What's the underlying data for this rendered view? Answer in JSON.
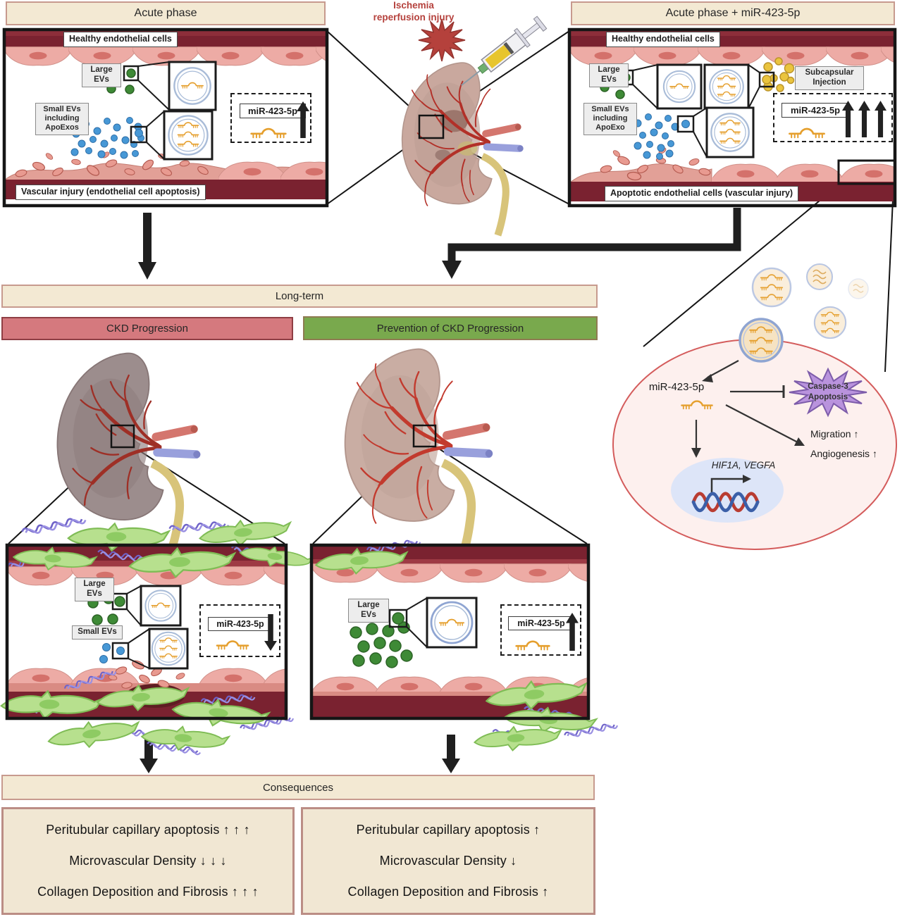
{
  "palette": {
    "cream_banner": "#f3e9d3",
    "banner_border": "#c79a8e",
    "maroon_band": "#7a2230",
    "endothelium_pink": "#edaba5",
    "ckd_red": "#d5797e",
    "prevention_green": "#79a94d",
    "mirna_orange": "#e59f2d",
    "large_ev_green": "#3e8a36",
    "small_ev_blue": "#4798d6",
    "injected_ev_yellow": "#eac43e",
    "caspase_purple": "#b993dd",
    "cell_fill": "#fdf0ee",
    "injury_red": "#b5413c"
  },
  "top_left_panel": {
    "header": "Acute phase",
    "vessel_top_label": "Healthy endothelial cells",
    "large_evs_label": "Large EVs",
    "small_evs_label": "Small EVs including ApoExos",
    "mir_label": "miR-423-5p",
    "vessel_bottom_label": "Vascular injury (endothelial cell apoptosis)"
  },
  "top_center": {
    "injury_label": "Ischemia reperfusion injury"
  },
  "top_right_panel": {
    "header": "Acute phase + miR-423-5p",
    "vessel_top_label": "Healthy endothelial cells",
    "large_evs_label": "Large EVs",
    "small_evs_label": "Small EVs including ApoExo",
    "injection_label": "Subcapsular Injection",
    "mir_label": "miR-423-5p",
    "vessel_bottom_label": "Apoptotic endothelial cells (vascular injury)"
  },
  "timeline": {
    "long_term": "Long-term",
    "ckd": "CKD Progression",
    "prevention": "Prevention of CKD Progression"
  },
  "cell_mechanism": {
    "mir_label": "miR-423-5p",
    "caspase_line1": "Caspase-3",
    "caspase_line2": "Apoptosis",
    "migration": "Migration ↑",
    "angiogenesis": "Angiogenesis ↑",
    "genes": "HIF1A, VEGFA"
  },
  "ckd_micro_panel": {
    "large_evs_label": "Large EVs",
    "small_evs_label": "Small EVs",
    "mir_label": "miR-423-5p"
  },
  "prevention_micro_panel": {
    "large_evs_label": "Large EVs",
    "mir_label": "miR-423-5p"
  },
  "consequences": {
    "header": "Consequences",
    "ckd_outcomes": [
      "Peritubular capillary apoptosis ↑ ↑ ↑",
      "Microvascular Density ↓ ↓ ↓",
      "Collagen Deposition and Fibrosis ↑ ↑ ↑"
    ],
    "prevention_outcomes": [
      "Peritubular capillary apoptosis ↑",
      "Microvascular Density ↓",
      "Collagen Deposition and Fibrosis ↑"
    ]
  }
}
